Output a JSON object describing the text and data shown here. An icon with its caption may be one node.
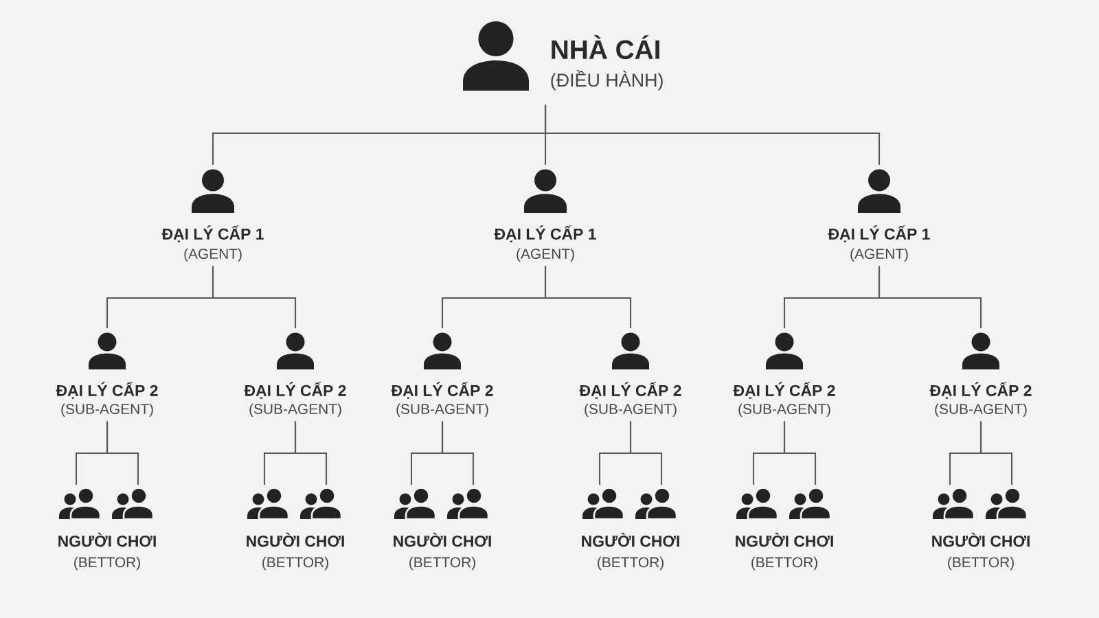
{
  "diagram": {
    "nodes": [
      {
        "text": [
          "NHÀ CÁI",
          "(ĐIỀU HÀNH)"
        ]
      },
      {
        "text": [
          "ĐẠI LÝ CẤP 1",
          "(AGENT)"
        ]
      },
      {
        "text": [
          "ĐẠI LÝ CẤP 1",
          "(AGENT)"
        ]
      },
      {
        "text": [
          "ĐẠI LÝ CẤP 1",
          "(AGENT)"
        ]
      },
      {
        "text": [
          "ĐẠI LÝ CẤP 2",
          "(SUB-AGENT)"
        ]
      },
      {
        "text": [
          "ĐẠI LÝ CẤP 2",
          "(SUB-AGENT)"
        ]
      },
      {
        "text": [
          "ĐẠI LÝ CẤP 2",
          "(SUB-AGENT)"
        ]
      },
      {
        "text": [
          "ĐẠI LÝ CẤP 2",
          "(SUB-AGENT)"
        ]
      },
      {
        "text": [
          "ĐẠI LÝ CẤP 2",
          "(SUB-AGENT)"
        ]
      },
      {
        "text": [
          "ĐẠI LÝ CẤP 2",
          "(SUB-AGENT)"
        ]
      },
      {
        "text": [],
        "shape": "person"
      },
      {
        "text": [],
        "shape": "person"
      },
      {
        "text": [],
        "shape": "person"
      },
      {
        "text": [],
        "shape": "person"
      },
      {
        "text": [],
        "shape": "person"
      },
      {
        "text": [],
        "shape": "person"
      },
      {
        "text": [],
        "shape": "person"
      },
      {
        "text": [],
        "shape": "person"
      },
      {
        "text": [],
        "shape": "person"
      },
      {
        "text": [],
        "shape": "person"
      },
      {
        "text": [],
        "shape": "person"
      },
      {
        "text": [],
        "shape": "person"
      }
    ],
    "edges": [
      {
        "from": 0,
        "to": 1,
        "arrow": "none"
      },
      {
        "from": 0,
        "to": 2,
        "arrow": "none"
      },
      {
        "from": 0,
        "to": 3,
        "arrow": "none"
      },
      {
        "from": 1,
        "to": 4,
        "arrow": "none"
      },
      {
        "from": 1,
        "to": 5,
        "arrow": "none"
      },
      {
        "from": 2,
        "to": 6,
        "arrow": "none"
      },
      {
        "from": 2,
        "to": 7,
        "arrow": "none"
      },
      {
        "from": 3,
        "to": 8,
        "arrow": "none"
      },
      {
        "from": 3,
        "to": 9,
        "arrow": "none"
      },
      {
        "from": 4,
        "to": 10,
        "arrow": "none"
      },
      {
        "from": 4,
        "to": 11,
        "arrow": "none"
      },
      {
        "from": 5,
        "to": 12,
        "arrow": "none"
      },
      {
        "from": 5,
        "to": 13,
        "arrow": "none"
      },
      {
        "from": 6,
        "to": 14,
        "arrow": "none"
      },
      {
        "from": 6,
        "to": 15,
        "arrow": "none"
      },
      {
        "from": 7,
        "to": 16,
        "arrow": "none"
      },
      {
        "from": 7,
        "to": 17,
        "arrow": "none"
      },
      {
        "from": 8,
        "to": 18,
        "arrow": "none"
      },
      {
        "from": 8,
        "to": 19,
        "arrow": "none"
      },
      {
        "from": 9,
        "to": 20,
        "arrow": "none"
      },
      {
        "from": 9,
        "to": 21,
        "arrow": "none"
      }
    ],
    "labels": [
      "NGƯỜI CHƠI",
      "(BETTOR)",
      "NGƯỜI CHƠI",
      "(BETTOR)",
      "NGƯỜI CHƠI",
      "(BETTOR)",
      "NGƯỜI CHƠI",
      "(BETTOR)",
      "NGƯỜI CHƠI",
      "(BETTOR)",
      "NGƯỜI CHƠI",
      "(BETTOR)"
    ]
  }
}
